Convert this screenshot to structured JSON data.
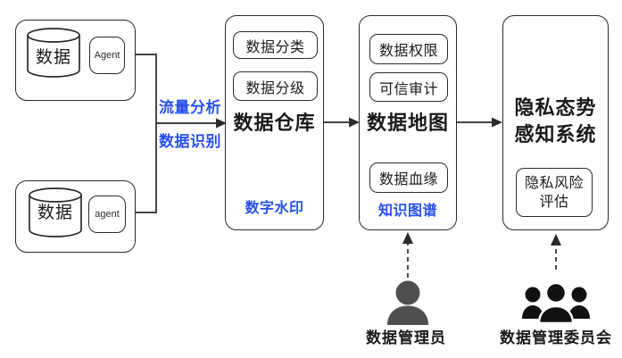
{
  "colors": {
    "accent_blue": "#2850f0",
    "line": "#2a2a2a",
    "person_gray": "#4f4f4f",
    "icon_black": "#111111"
  },
  "sources": {
    "top": {
      "db": "数据",
      "agent": "Agent"
    },
    "bottom": {
      "db": "数据",
      "agent": "agent"
    }
  },
  "flow": {
    "label_top": "流量分析",
    "label_bottom": "数据识别"
  },
  "warehouse": {
    "title": "数据仓库",
    "features": [
      "数据分类",
      "数据分级"
    ],
    "tag": "数字水印"
  },
  "datamap": {
    "title": "数据地图",
    "features": [
      "数据权限",
      "可信审计",
      "数据血缘"
    ],
    "tag": "知识图谱"
  },
  "privacy": {
    "title_lines": [
      "隐私态势",
      "感知系统"
    ],
    "feature_lines": [
      "隐私风险",
      "评估"
    ]
  },
  "actors": {
    "admin": {
      "label": "数据管理员"
    },
    "committee": {
      "label": "数据管理委员会"
    }
  }
}
